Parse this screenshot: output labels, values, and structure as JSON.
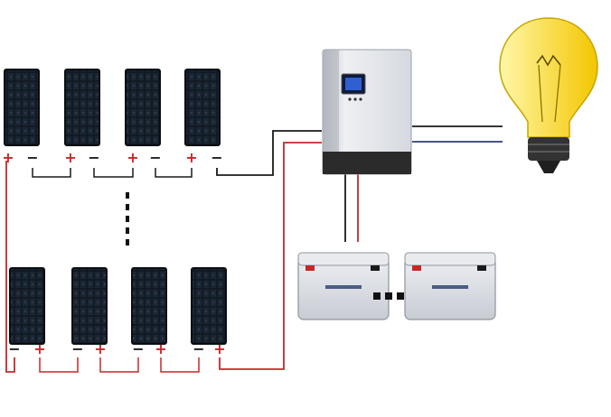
{
  "diagram": {
    "panel_rows": [
      {
        "name": "top-row",
        "terminals": [
          "+",
          "−",
          "+",
          "−",
          "+",
          "−",
          "+",
          "−"
        ]
      },
      {
        "name": "bottom-row",
        "terminals": [
          "−",
          "+",
          "−",
          "+",
          "−",
          "+",
          "−",
          "+"
        ]
      }
    ],
    "ellipsis_vertical": "⋮",
    "ellipsis_horizontal": "■■■",
    "inverter": {
      "screen_icon": "lcd-display-icon"
    },
    "batteries": {
      "count_visible": 2
    },
    "load": {
      "icon": "light-bulb-icon"
    },
    "colors": {
      "positive_wire": "#c62828",
      "negative_wire": "#1a1a1a",
      "neutral_wire": "#2c3e7a",
      "panel_cell": "#0f1720",
      "inverter_body": "#dfe3e8",
      "inverter_base": "#2b2b2b",
      "battery_body": "#d9dbe0",
      "bulb_glass": "#ffe34d"
    }
  }
}
